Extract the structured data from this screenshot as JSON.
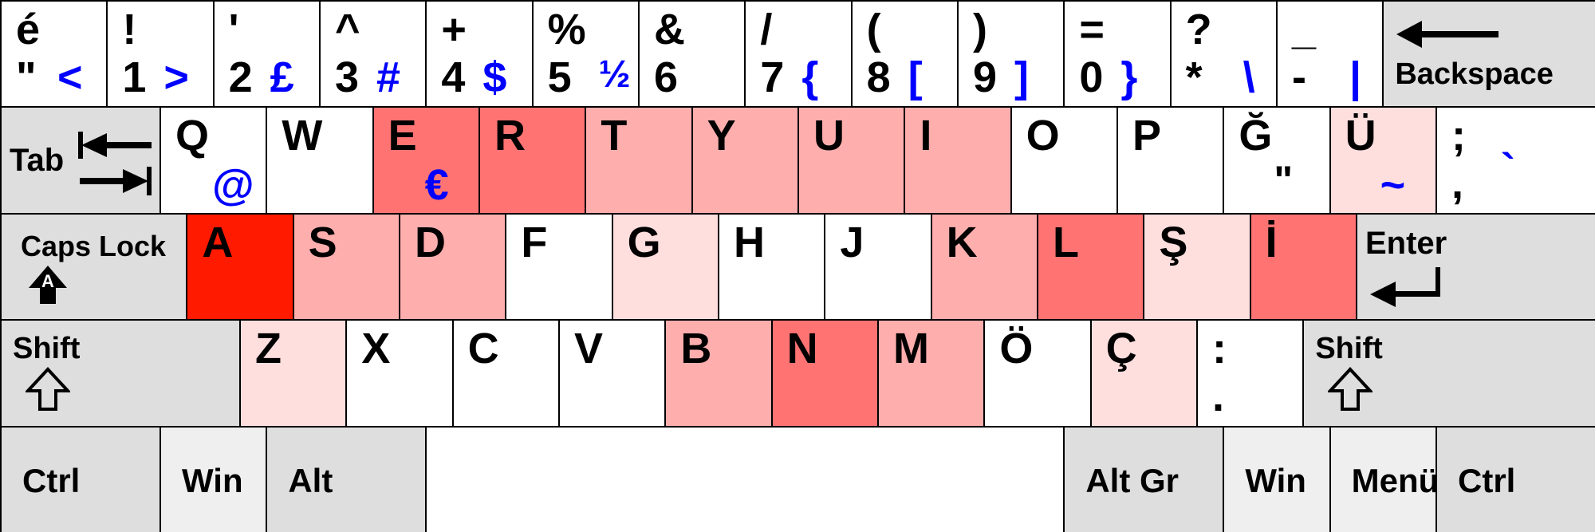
{
  "colors": {
    "none": "#ffffff",
    "low": "#ffdede",
    "mid": "#ffaeae",
    "high": "#ff7373",
    "max": "#ff1a00",
    "modifier": "#dedede",
    "modifier_light": "#efefef",
    "altgr_text": "#0000ff"
  },
  "rows": [
    [
      {
        "top": "é",
        "bottom": "\"",
        "alt": "<"
      },
      {
        "top": "!",
        "bottom": "1",
        "alt": ">"
      },
      {
        "top": "'",
        "bottom": "2",
        "alt": "£"
      },
      {
        "top": "^",
        "bottom": "3",
        "alt": "#"
      },
      {
        "top": "+",
        "bottom": "4",
        "alt": "$"
      },
      {
        "top": "%",
        "bottom": "5",
        "alt": "½"
      },
      {
        "top": "&",
        "bottom": "6",
        "alt": ""
      },
      {
        "top": "/",
        "bottom": "7",
        "alt": "{"
      },
      {
        "top": "(",
        "bottom": "8",
        "alt": "["
      },
      {
        "top": ")",
        "bottom": "9",
        "alt": "]"
      },
      {
        "top": "=",
        "bottom": "0",
        "alt": "}"
      },
      {
        "top": "?",
        "bottom": "*",
        "alt": "\\"
      },
      {
        "top": "_",
        "bottom": "-",
        "alt": "|"
      },
      {
        "label": "Backspace",
        "icon": "backspace-arrow-icon",
        "mod": true
      }
    ],
    [
      {
        "label": "Tab",
        "icon": "tab-arrows-icon",
        "mod": true
      },
      {
        "top": "Q",
        "alt": "@",
        "heat": "none"
      },
      {
        "top": "W",
        "heat": "none"
      },
      {
        "top": "E",
        "alt": "€",
        "heat": "high"
      },
      {
        "top": "R",
        "heat": "high"
      },
      {
        "top": "T",
        "heat": "mid"
      },
      {
        "top": "Y",
        "heat": "mid"
      },
      {
        "top": "U",
        "heat": "mid"
      },
      {
        "top": "I",
        "heat": "mid"
      },
      {
        "top": "O",
        "heat": "none"
      },
      {
        "top": "P",
        "heat": "none"
      },
      {
        "top": "Ğ",
        "secondary": "\"",
        "heat": "none"
      },
      {
        "top": "Ü",
        "alt": "~",
        "heat": "low"
      },
      {
        "top": ";",
        "bottom": ",",
        "alt": "`",
        "heat": "none"
      }
    ],
    [
      {
        "label": "Caps Lock",
        "icon": "caps-lock-icon",
        "mod": true
      },
      {
        "top": "A",
        "heat": "max"
      },
      {
        "top": "S",
        "heat": "mid"
      },
      {
        "top": "D",
        "heat": "mid"
      },
      {
        "top": "F",
        "heat": "none"
      },
      {
        "top": "G",
        "heat": "low"
      },
      {
        "top": "H",
        "heat": "none"
      },
      {
        "top": "J",
        "heat": "none"
      },
      {
        "top": "K",
        "heat": "mid"
      },
      {
        "top": "L",
        "heat": "high"
      },
      {
        "top": "Ş",
        "heat": "low"
      },
      {
        "top": "İ",
        "heat": "high"
      },
      {
        "label": "Enter",
        "icon": "enter-arrow-icon",
        "mod": true
      }
    ],
    [
      {
        "label": "Shift",
        "icon": "shift-arrow-icon",
        "mod": true
      },
      {
        "top": "Z",
        "heat": "low"
      },
      {
        "top": "X",
        "heat": "none"
      },
      {
        "top": "C",
        "heat": "none"
      },
      {
        "top": "V",
        "heat": "none"
      },
      {
        "top": "B",
        "heat": "mid"
      },
      {
        "top": "N",
        "heat": "high"
      },
      {
        "top": "M",
        "heat": "mid"
      },
      {
        "top": "Ö",
        "heat": "none"
      },
      {
        "top": "Ç",
        "heat": "low"
      },
      {
        "top": ":",
        "bottom": ".",
        "heat": "none"
      },
      {
        "label": "Shift",
        "icon": "shift-arrow-icon",
        "mod": true
      }
    ],
    [
      {
        "label": "Ctrl",
        "mod": true
      },
      {
        "label": "Win",
        "mod": "light"
      },
      {
        "label": "Alt",
        "mod": true
      },
      {
        "label": "",
        "heat": "none"
      },
      {
        "label": "Alt Gr",
        "mod": true
      },
      {
        "label": "Win",
        "mod": "light"
      },
      {
        "label": "Menü",
        "mod": "light"
      },
      {
        "label": "Ctrl",
        "mod": true
      }
    ]
  ]
}
